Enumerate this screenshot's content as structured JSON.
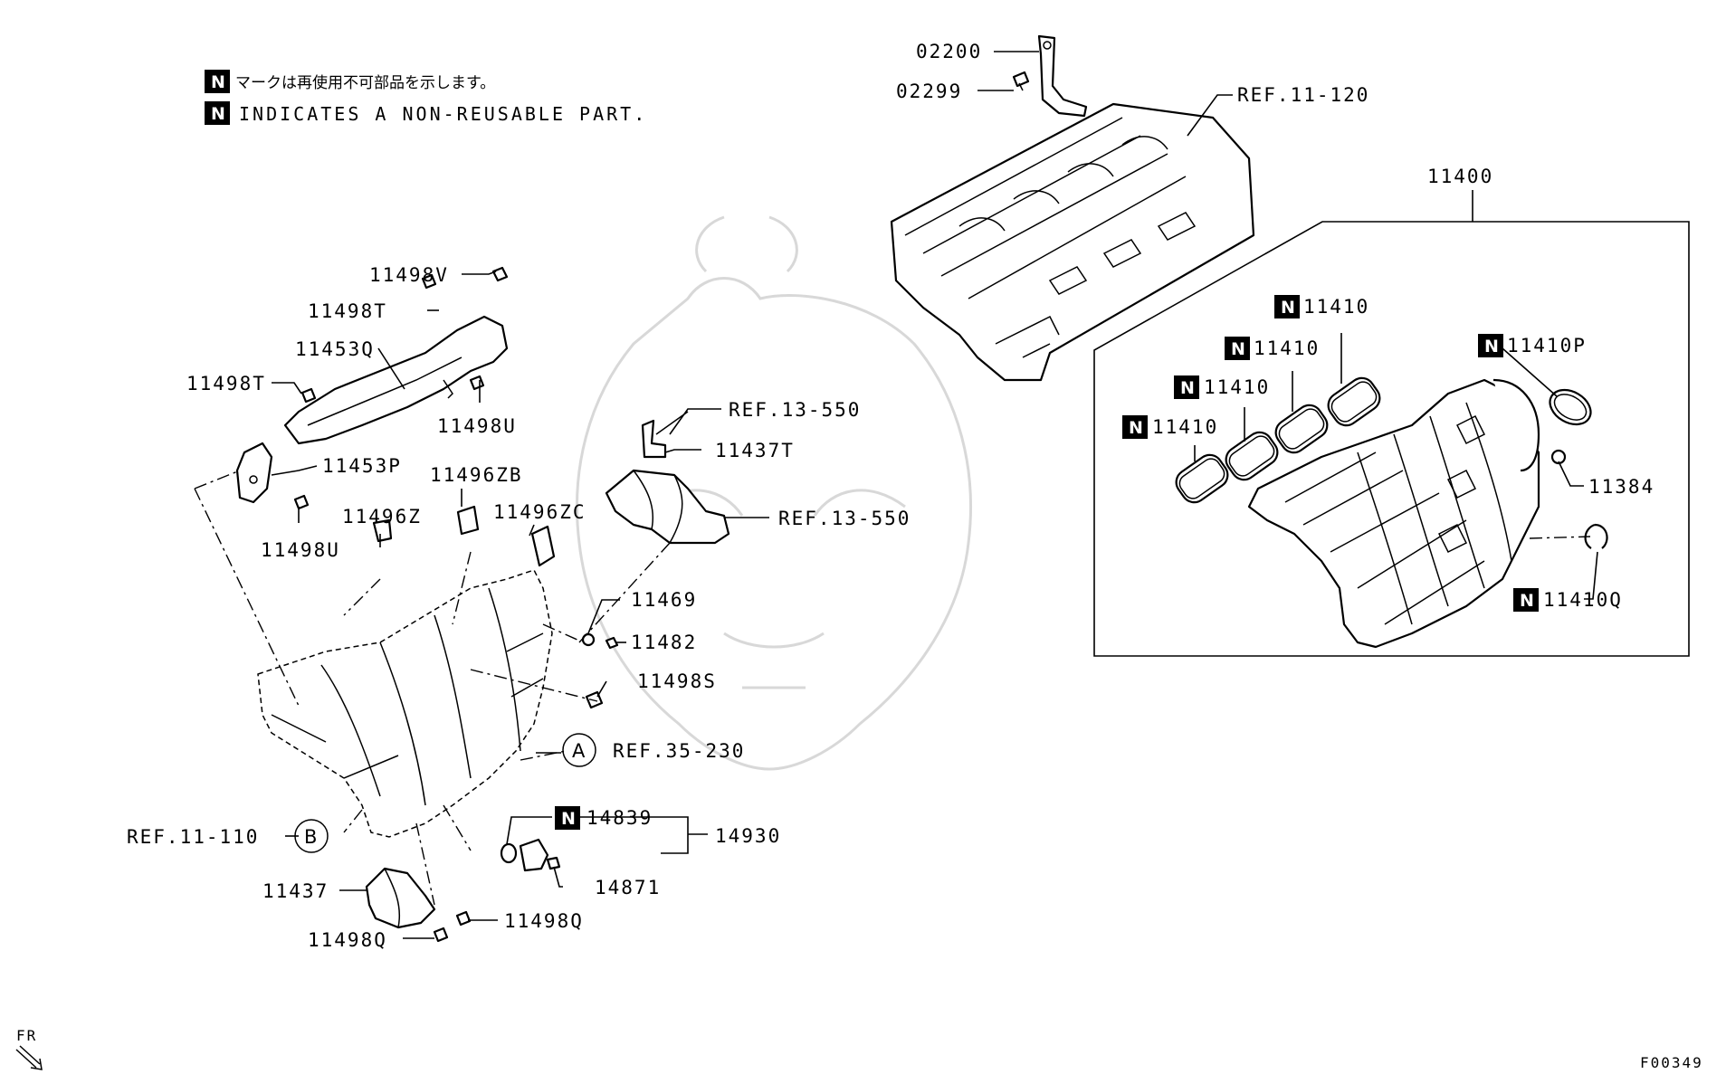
{
  "notes": {
    "badge": "N",
    "japanese": "マークは再使用不可部品を示します。",
    "english": "INDICATES A NON-REUSABLE PART."
  },
  "parts": {
    "p02200": "02200",
    "p02299": "02299",
    "ref_11_120": "REF.11-120",
    "p11400": "11400",
    "p11410_a": "11410",
    "p11410_b": "11410",
    "p11410_c": "11410",
    "p11410_d": "11410",
    "p11410P": "11410P",
    "p11384": "11384",
    "p11410Q": "11410Q",
    "p11498V": "11498V",
    "p11498T_a": "11498T",
    "p11453Q": "11453Q",
    "p11498T_b": "11498T",
    "p11498U_a": "11498U",
    "p11453P": "11453P",
    "p11498U_b": "11498U",
    "ref_13_550_a": "REF.13-550",
    "p11437T": "11437T",
    "ref_13_550_b": "REF.13-550",
    "p11496ZB": "11496ZB",
    "p11496Z": "11496Z",
    "p11496ZC": "11496ZC",
    "p11469": "11469",
    "p11482": "11482",
    "p11498S": "11498S",
    "ref_35_230": "REF.35-230",
    "circle_A": "A",
    "ref_11_110": "REF.11-110",
    "circle_B": "B",
    "p14839": "14839",
    "p14930": "14930",
    "p14871": "14871",
    "p11437": "11437",
    "p11498Q_a": "11498Q",
    "p11498Q_b": "11498Q"
  },
  "footer": {
    "fr": "FR",
    "code": "F00349"
  }
}
